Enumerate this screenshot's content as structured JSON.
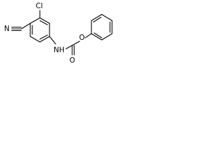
{
  "molecule": {
    "labels": {
      "chlorine": "Cl",
      "nitrile_nitrogen": "N",
      "amide_nitrogen_hydrogen": "NH",
      "ether_oxygen": "O",
      "carbonyl_oxygen": "O"
    }
  }
}
